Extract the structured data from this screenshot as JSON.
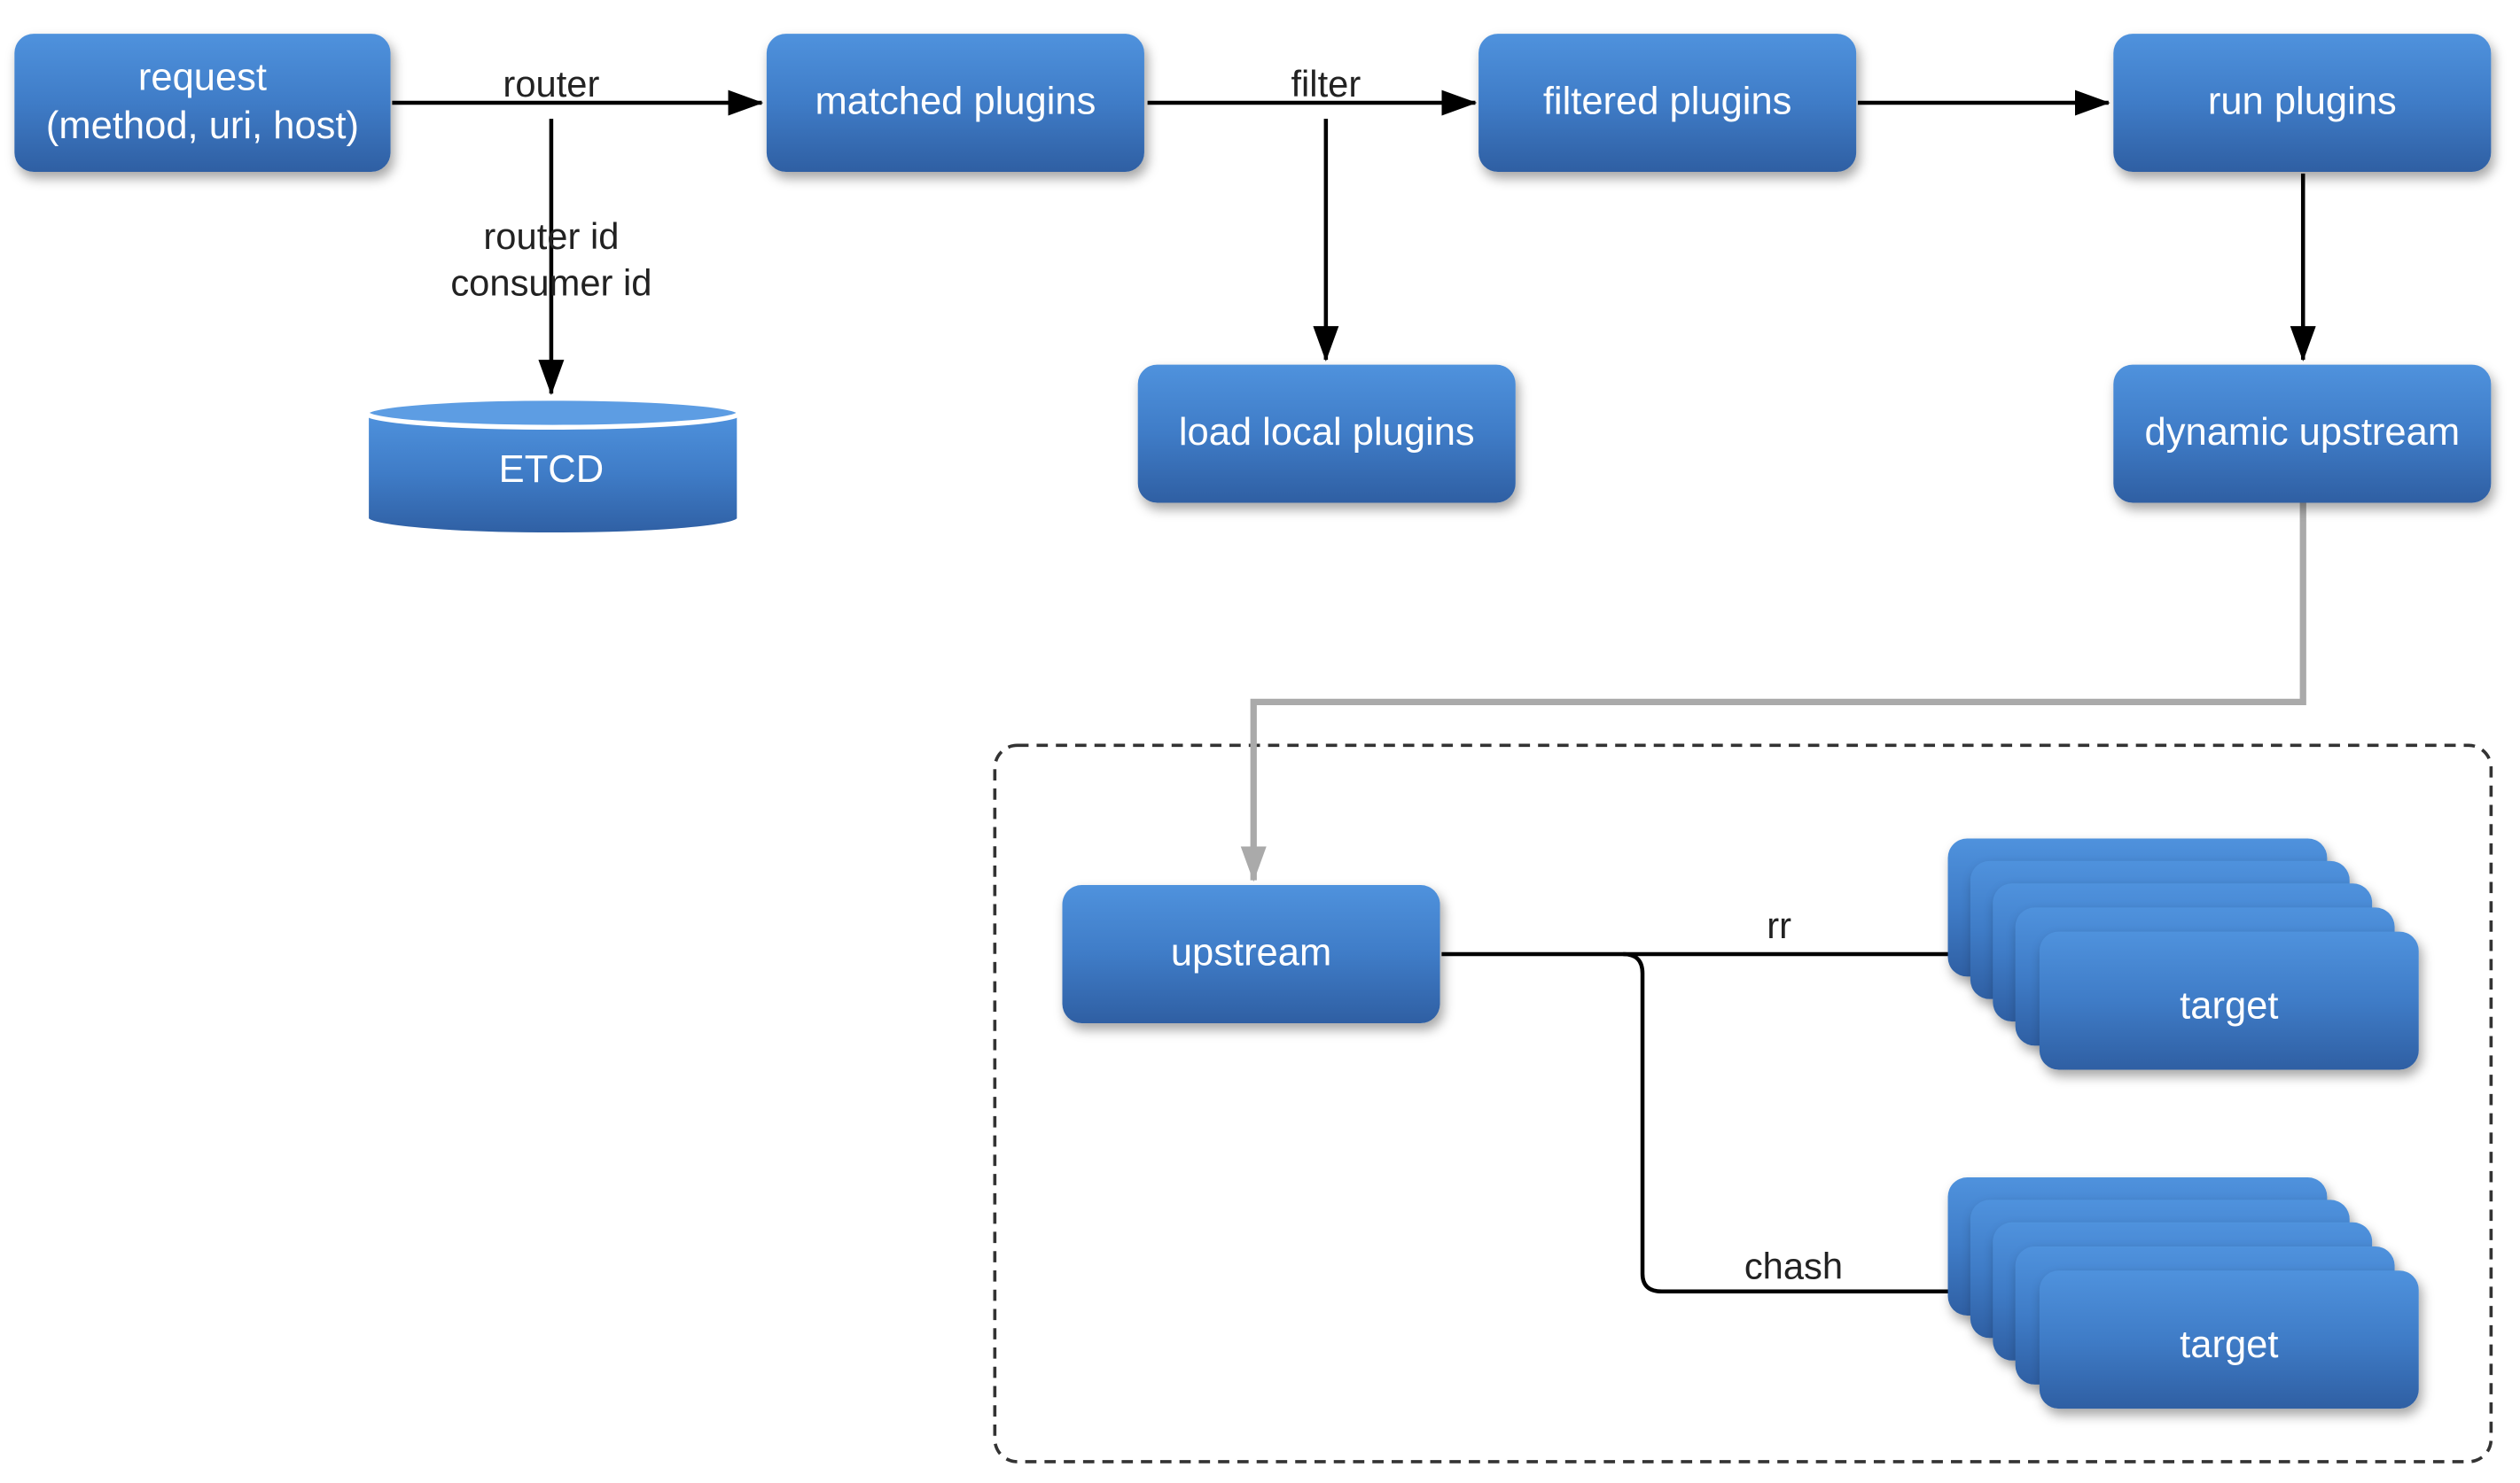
{
  "nodes": {
    "request": "request\n(method, uri, host)",
    "matched_plugins": "matched plugins",
    "filtered_plugins": "filtered plugins",
    "run_plugins": "run plugins",
    "load_local_plugins": "load local plugins",
    "dynamic_upstream": "dynamic upstream",
    "etcd": "ETCD",
    "upstream": "upstream",
    "target_rr": "target",
    "target_chash": "target"
  },
  "edges": {
    "router": "router",
    "router_consumer_id": "router id\nconsumer id",
    "filter": "filter",
    "rr": "rr",
    "chash": "chash"
  },
  "colors": {
    "node_top": "#4f92dd",
    "node_bottom": "#2f5fa3",
    "arrow": "#000000",
    "gray_connector": "#aaaaaa",
    "dashed_group": "#333333"
  }
}
